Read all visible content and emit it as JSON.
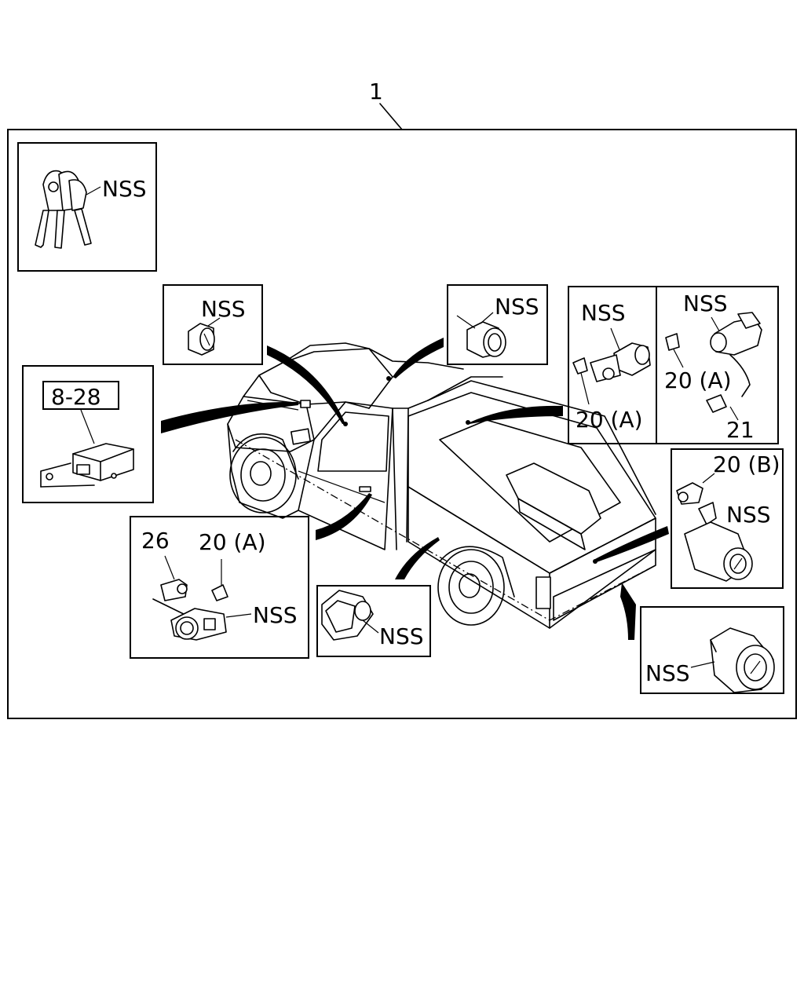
{
  "labels": {
    "assembly": "1",
    "nss": "NSS",
    "module_ref": "8-28",
    "clip_a": "20 (A)",
    "clip_b": "20 (B)",
    "rod": "21",
    "bolt": "26"
  }
}
